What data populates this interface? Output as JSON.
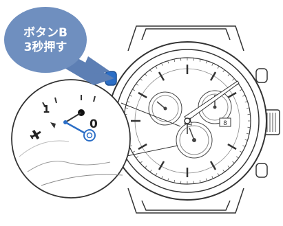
{
  "callout": {
    "line1": "ボタンB",
    "line2": "3秒押す",
    "bubble_color": "#6f8fbf",
    "arrow_color": "#5d7fb4"
  },
  "button_b_color": "#2b6ec6",
  "zoom": {
    "label_1": "1",
    "label_0": "0",
    "mode_icon": "airplane-icon",
    "hand_color": "#2b6ec6"
  },
  "dial": {
    "date_numeral": "8"
  }
}
